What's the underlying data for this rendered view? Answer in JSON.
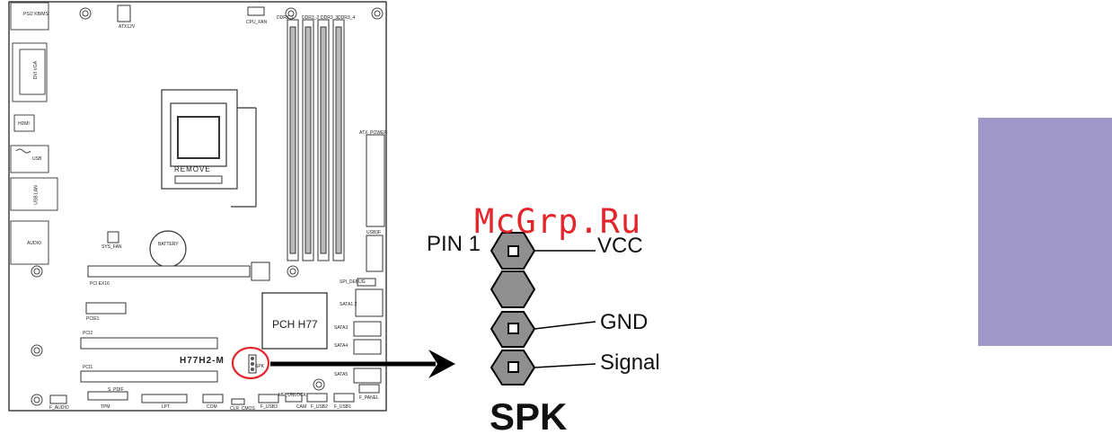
{
  "board": {
    "model": "H77H2-M",
    "chipset": "PCH H77",
    "cpu_socket_label": "REMOVE",
    "labels": {
      "ps2": "PS/2 KB/MS",
      "atx12v": "ATX12V",
      "cpu_fan": "CPU_FAN",
      "ddr1": "DDR3_1",
      "ddr2": "DDR3_2",
      "ddr3": "DDR3_3",
      "ddr4": "DDR3_4",
      "vga_dvi": "DVI VGA",
      "hdmi": "HDMI",
      "usb": "USB",
      "usb_lan": "USB LAN",
      "audio": "AUDIO",
      "atx_power": "ATX_POWER",
      "usb3": "USB3F",
      "sys_fan": "SYS_FAN",
      "battery": "BATTERY",
      "pcie16": "PCI EX16",
      "pcie1": "PCIE1",
      "pci1": "PCI1",
      "pci2": "PCI2",
      "spi_debug": "SPI_DEBUG",
      "sata1_2": "SATA1 2",
      "sata3": "SATA3",
      "sata4": "SATA4",
      "sata5": "SATA5",
      "spk": "SPK",
      "f_audio": "F_AUDIO",
      "tpm": "TPM",
      "lpt": "LPT",
      "com": "COM",
      "clr_cmos": "CLR_CMOS",
      "f_usb3": "F_USB3",
      "me_unlock": "ME_UNLOCK",
      "cam": "CAM",
      "f_usb2": "F_USB2",
      "f_usb1": "F_USB1",
      "f_panel": "F_PANEL",
      "s_pdif": "S_PDIF"
    }
  },
  "connector": {
    "title": "SPK",
    "pins": [
      {
        "label": "VCC",
        "square": true
      },
      {
        "label": "",
        "square": false
      },
      {
        "label": "GND",
        "square": true
      },
      {
        "label": "Signal",
        "square": true
      }
    ],
    "pin1_label": "PIN 1"
  },
  "watermark": "McGrp.Ru",
  "colors": {
    "highlight_circle": "#e3262b",
    "watermark": "#e3262b",
    "side_tab": "#9e97c7",
    "pin_fill": "#8f8f8f",
    "arrow": "#000000"
  }
}
